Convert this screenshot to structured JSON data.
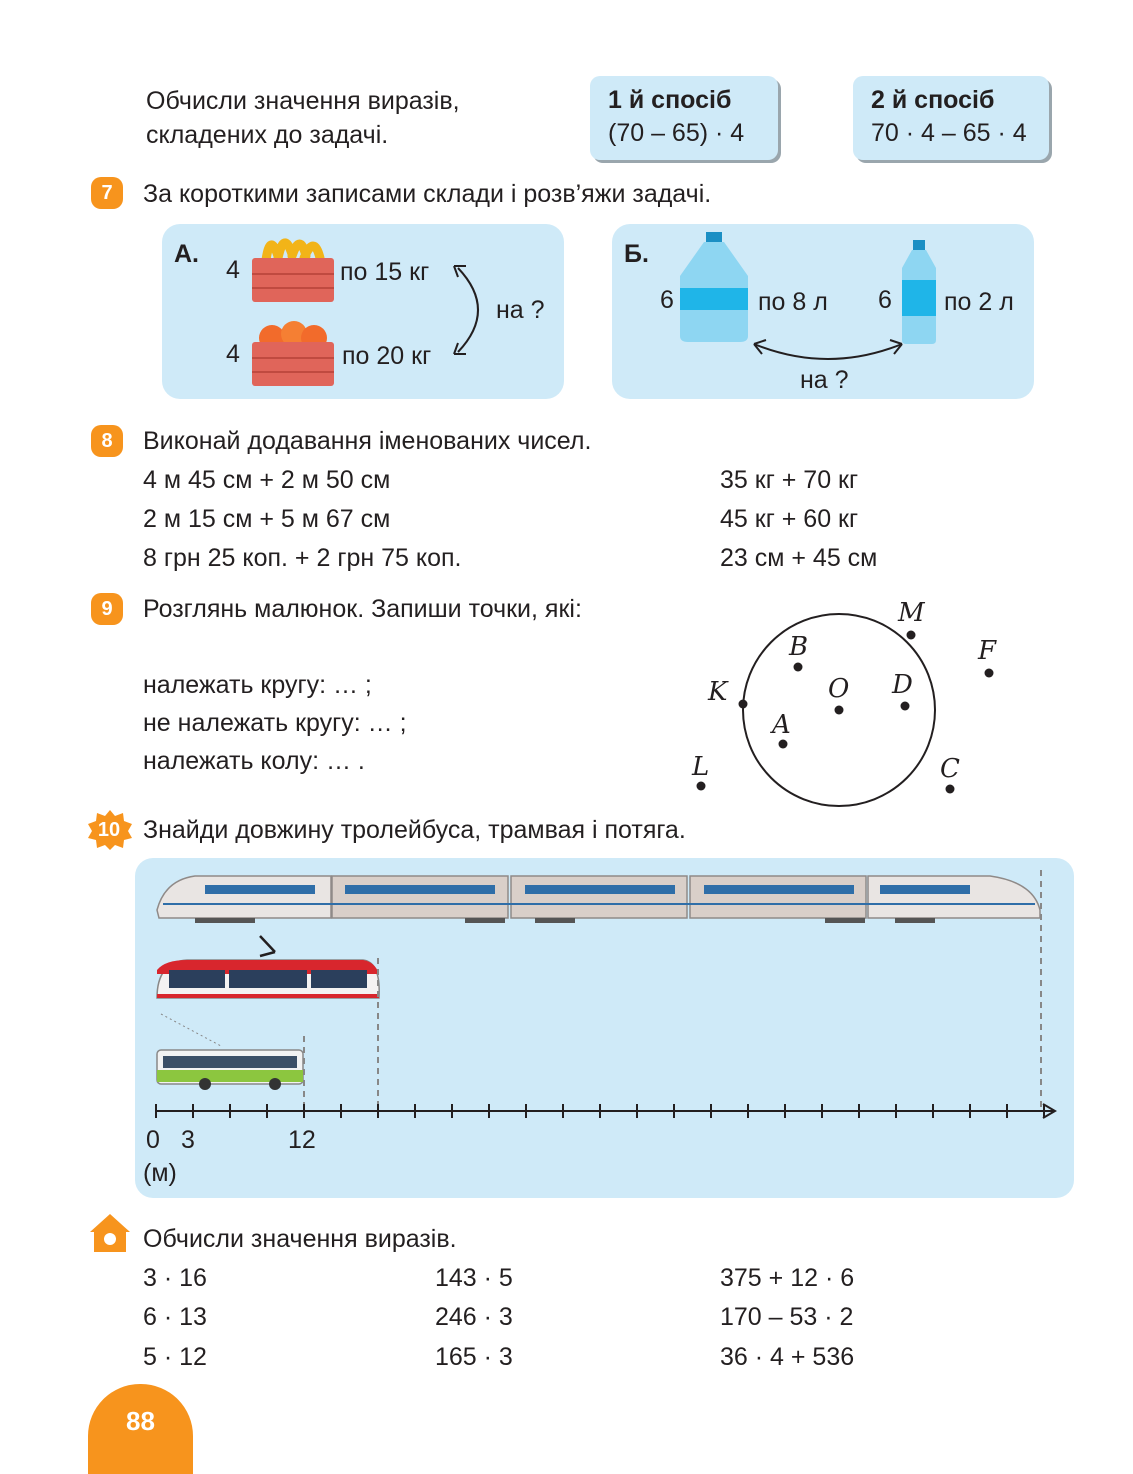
{
  "intro": {
    "line1": "Обчисли значення виразів,",
    "line2": "складених до задачі.",
    "method1": {
      "title": "1  й спосіб",
      "expr": "(70 – 65) · 4"
    },
    "method2": {
      "title": "2  й спосіб",
      "expr": "70 · 4 – 65 · 4"
    }
  },
  "task7": {
    "number": "7",
    "text": "За короткими записами склади і розв’яжи задачі.",
    "a": {
      "label": "А.",
      "count1": "4",
      "note1": "по 15 кг",
      "count2": "4",
      "note2": "по 20 кг",
      "question": "на ?"
    },
    "b": {
      "label": "Б.",
      "count1": "6",
      "note1": "по 8 л",
      "count2": "6",
      "note2": "по 2 л",
      "question": "на ?"
    }
  },
  "task8": {
    "number": "8",
    "text": "Виконай додавання іменованих чисел.",
    "left": [
      "4 м 45 см + 2 м 50 см",
      "2 м 15 см + 5 м 67 см",
      "8 грн 25 коп. + 2 грн 75 коп."
    ],
    "right": [
      "35 кг + 70 кг",
      "45 кг + 60 кг",
      "23 см + 45 см"
    ]
  },
  "task9": {
    "number": "9",
    "text": "Розглянь малюнок. Запиши точки, які:",
    "lines": [
      "належать кругу: … ;",
      "не належать кругу: … ;",
      "належать колу: … ."
    ],
    "points": [
      "M",
      "B",
      "F",
      "K",
      "O",
      "D",
      "A",
      "L",
      "C"
    ]
  },
  "task10": {
    "number": "10",
    "text": "Знайди довжину тролейбуса, трамвая і потяга.",
    "ticks": {
      "zero": "0",
      "three": "3",
      "twelve": "12",
      "unit": "(м)"
    },
    "trolleybus_length_m": 12,
    "tram_length_m": 18,
    "train_length_m": 72
  },
  "homework": {
    "text": "Обчисли значення виразів.",
    "col1": [
      "3 · 16",
      "6 · 13",
      "5 · 12"
    ],
    "col2": [
      "143 · 5",
      "246 · 3",
      "165 · 3"
    ],
    "col3": [
      "375 + 12 · 6",
      "170 – 53 · 2",
      "36 · 4 + 536"
    ]
  },
  "page": {
    "number": "88"
  },
  "colors": {
    "accent": "#f7941d",
    "panel": "#cfeaf8",
    "crate": "#e0655a",
    "bottle": "#1fb5e8"
  }
}
